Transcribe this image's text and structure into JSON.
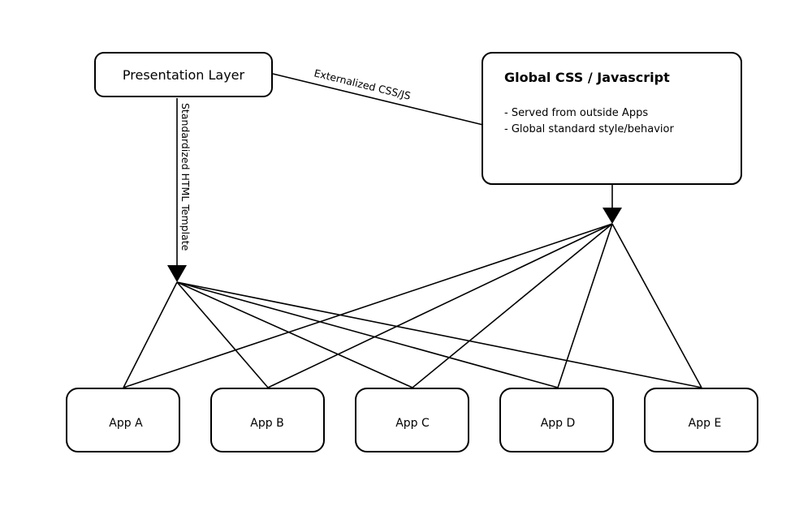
{
  "presentation_layer": {
    "label": "Presentation Layer"
  },
  "global_assets": {
    "title": "Global CSS / Javascript",
    "bullets": [
      "- Served from outside Apps",
      "- Global standard style/behavior"
    ]
  },
  "edges": {
    "externalized_label": "Externalized CSS/JS",
    "template_label": "Standardized HTML Template"
  },
  "apps": [
    {
      "label": "App A"
    },
    {
      "label": "App B"
    },
    {
      "label": "App C"
    },
    {
      "label": "App D"
    },
    {
      "label": "App E"
    }
  ]
}
